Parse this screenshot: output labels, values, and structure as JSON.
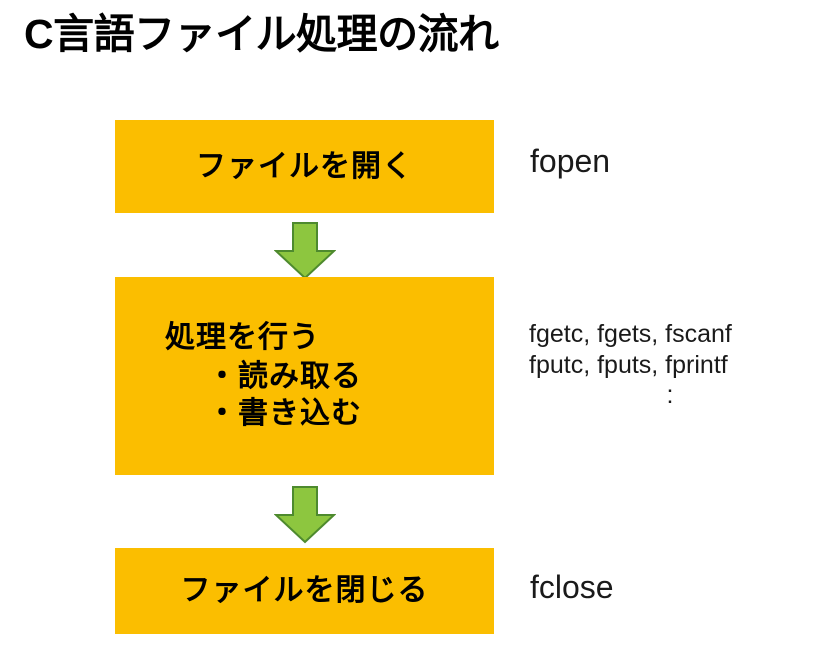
{
  "slide": {
    "title": "C言語ファイル処理の流れ",
    "background_color": "#ffffff",
    "box_color": "#FBBE00",
    "arrow_color": "#8DC63F",
    "arrow_outline_color": "#4E8A2E",
    "text_color": "#000000"
  },
  "flow": {
    "steps": [
      {
        "id": "open",
        "label": "ファイルを開く",
        "bullets": [],
        "functions": [
          "fopen"
        ]
      },
      {
        "id": "process",
        "label": "処理を行う",
        "bullets": [
          "・読み取る",
          "・書き込む"
        ],
        "functions": [
          "fgetc, fgets, fscanf",
          "fputc, fputs, fprintf",
          ":"
        ]
      },
      {
        "id": "close",
        "label": "ファイルを閉じる",
        "bullets": [],
        "functions": [
          "fclose"
        ]
      }
    ],
    "arrows": [
      {
        "id": "arrow-open-to-process",
        "direction": "down"
      },
      {
        "id": "arrow-process-to-close",
        "direction": "down"
      }
    ]
  }
}
